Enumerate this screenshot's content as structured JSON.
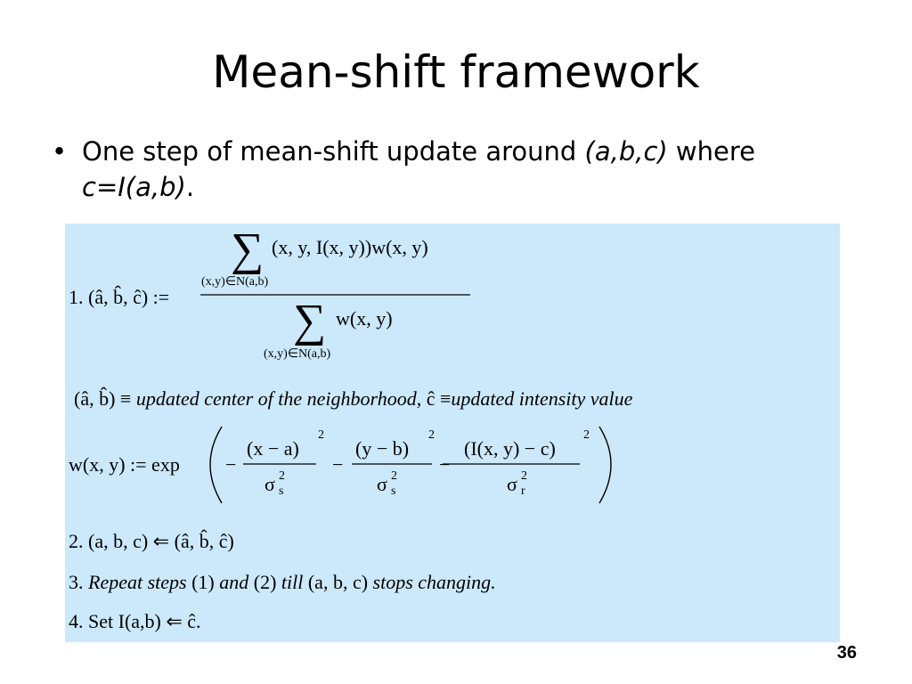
{
  "slide": {
    "title": "Mean-shift framework",
    "bullet_text": "One step of mean-shift update around ",
    "bullet_abc": "(a,b,c)",
    "bullet_where": " where",
    "bullet_c": "c=I(a,b)",
    "bullet_period": ".",
    "page_number": "36"
  },
  "formula": {
    "s1_num": "(x, y, I(x, y))w(x, y)",
    "s1_sub": "(x,y)∈N(a,b)",
    "s1_label": "1.  (â, b̂, ĉ) :=",
    "s1_den": "w(x, y)",
    "s1_den_sub": "(x,y)∈N(a,b)",
    "def_lhs": "(â, b̂)  ≡",
    "def_center": "updated center of the neighborhood",
    "def_comma": ", ĉ ≡",
    "def_intensity": "updated intensity value",
    "w_lhs": "w(x, y) := exp",
    "w_t1_num": "(x − a)",
    "w_t1_den": "σ",
    "w_t1_sub": "s",
    "w_t2_num": "(y − b)",
    "w_t2_den": "σ",
    "w_t2_sub": "s",
    "w_t3_num": "(I(x, y) − c)",
    "w_t3_den": "σ",
    "w_t3_sub": "r",
    "sq": "2",
    "s2": "2. (a, b, c) ⇐ (â, b̂, ĉ)",
    "s3_num": "3.",
    "s3_repeat": "Repeat steps",
    "s3_one": "(1)",
    "s3_and": "and",
    "s3_two": "(2)",
    "s3_till": "till",
    "s3_abc": "(a, b, c)",
    "s3_stops": "stops changing.",
    "s4": "4. Set I(a,b) ⇐ ĉ."
  }
}
